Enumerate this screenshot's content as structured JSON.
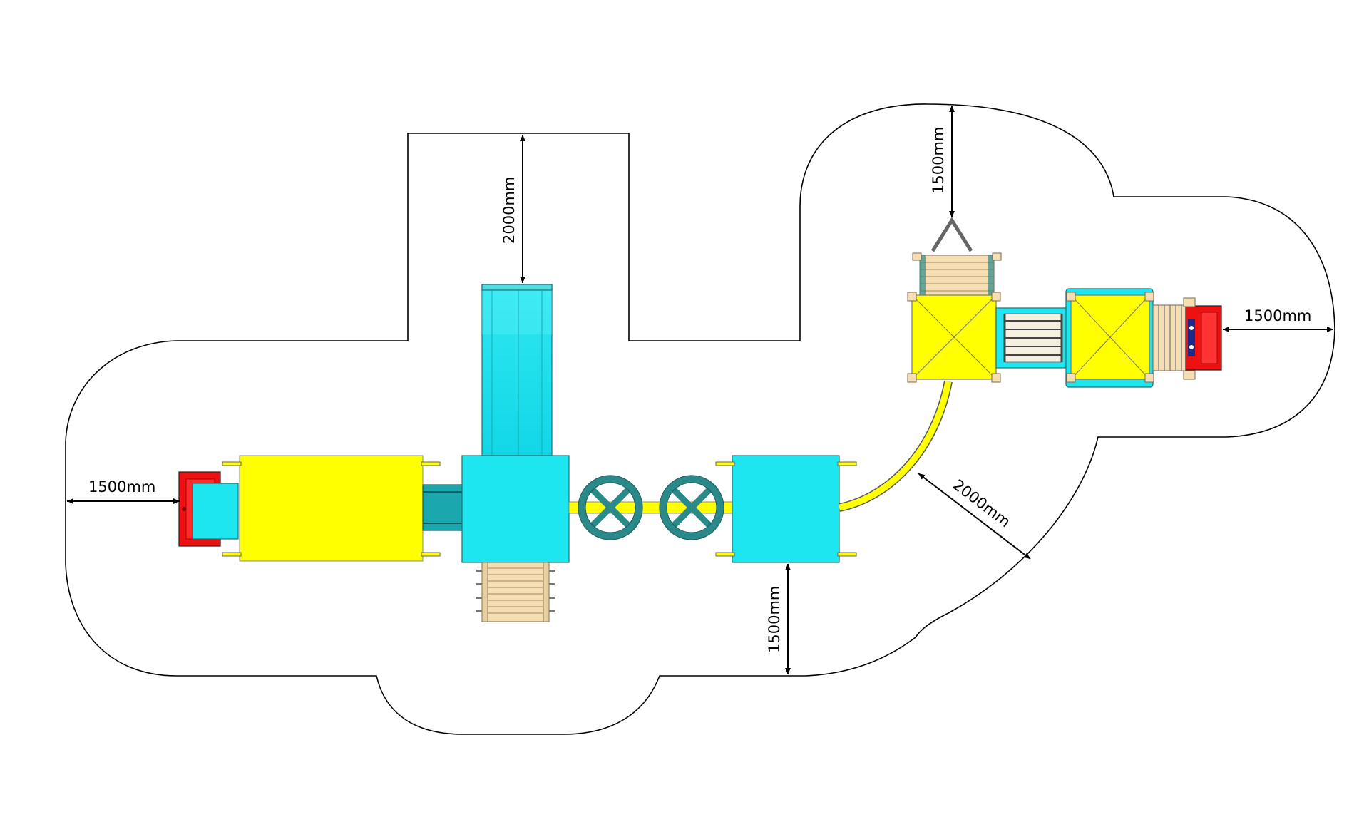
{
  "dimensions": {
    "left_clearance": "1500mm",
    "top_slide_clearance": "2000mm",
    "bottom_clearance": "1500mm",
    "curved_slide_clearance": "2000mm",
    "top_swing_clearance": "1500mm",
    "right_clearance": "1500mm"
  },
  "colors": {
    "yellow": "#ffff00",
    "cyan": "#1ee6f0",
    "red": "#ee1111",
    "wood": "#f5deb3",
    "teal": "#2a8a8a",
    "outline": "#000000"
  }
}
